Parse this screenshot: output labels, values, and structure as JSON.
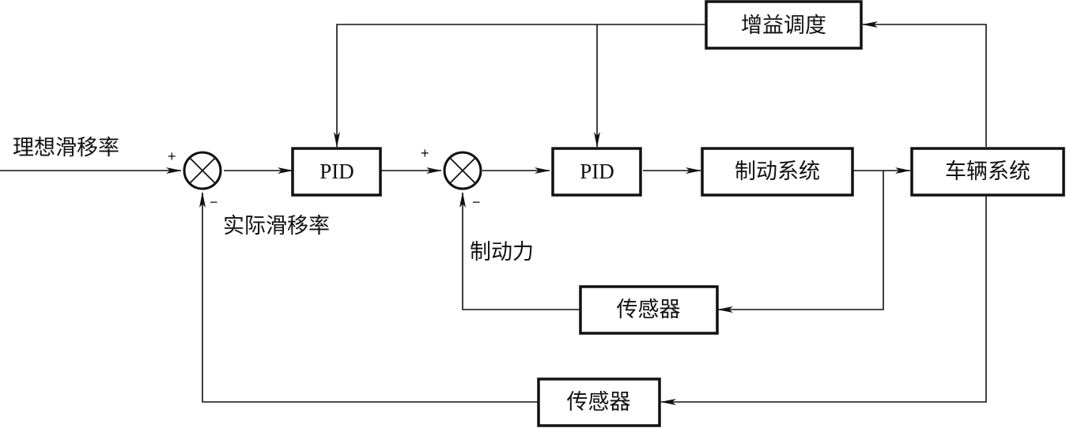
{
  "diagram": {
    "type": "block-diagram",
    "blocks": {
      "gain_scheduling": "增益调度",
      "pid_outer": "PID",
      "pid_inner": "PID",
      "brake_system": "制动系统",
      "vehicle_system": "车辆系统",
      "sensor_inner": "传感器",
      "sensor_outer": "传感器"
    },
    "labels": {
      "desired_slip": "理想滑移率",
      "actual_slip": "实际滑移率",
      "brake_force": "制动力"
    },
    "signs": {
      "sum1_plus": "+",
      "sum1_minus": "−",
      "sum2_plus": "+",
      "sum2_minus": "−"
    }
  }
}
